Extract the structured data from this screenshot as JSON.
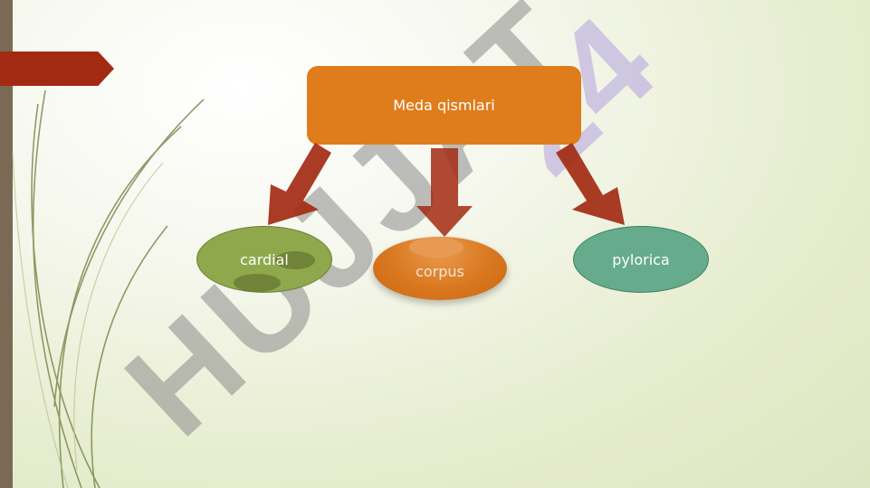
{
  "diagram": {
    "root": {
      "label": "Meda qismlari",
      "color": "#df7d1c"
    },
    "children": [
      {
        "id": "cardial",
        "label": "cardial",
        "color": "#8fa84c"
      },
      {
        "id": "corpus",
        "label": "corpus",
        "color": "#d9771f"
      },
      {
        "id": "pylorica",
        "label": "pylorica",
        "color": "#66ab8c"
      }
    ],
    "arrow_color": "#a32a12"
  },
  "watermark": {
    "text": "HUJJAT",
    "number": "24"
  }
}
